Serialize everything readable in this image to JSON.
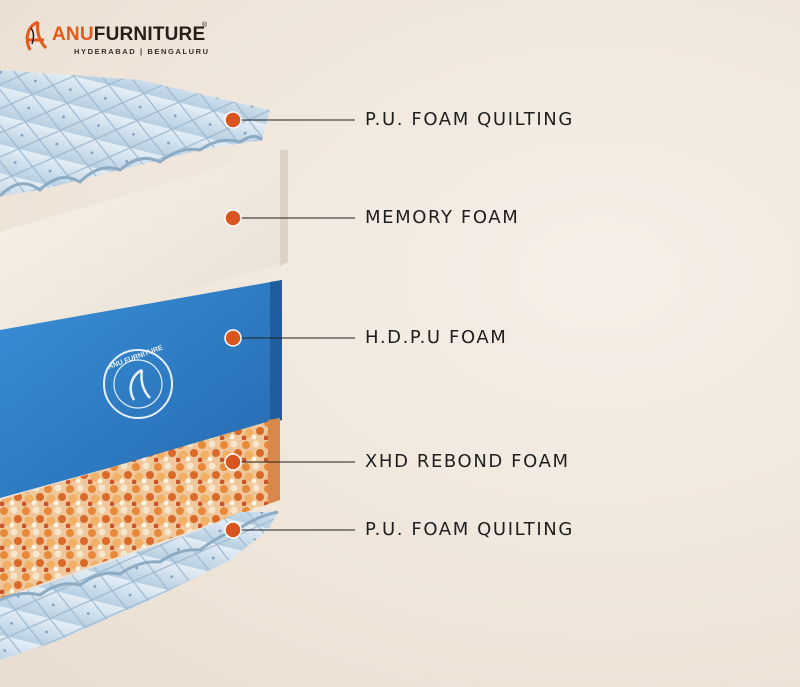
{
  "brand": {
    "name_part1": "ANU",
    "name_part2": "FURNITURE",
    "tagline": "HYDERABAD | BENGALURU",
    "registered": "®"
  },
  "layers": [
    {
      "label": "P.U. FOAM QUILTING"
    },
    {
      "label": "MEMORY FOAM"
    },
    {
      "label": "H.D.P.U FOAM"
    },
    {
      "label": "XHD REBOND FOAM"
    },
    {
      "label": "P.U. FOAM QUILTING"
    }
  ],
  "seal": {
    "text": "ANU FURNITURE"
  },
  "colors": {
    "marker": "#d9551f",
    "quilt": "#cfe1ee",
    "memory_foam": "#f1ebe2",
    "hdpu_foam": "#2f7dc6",
    "rebond_foam": "#e4a35a"
  }
}
